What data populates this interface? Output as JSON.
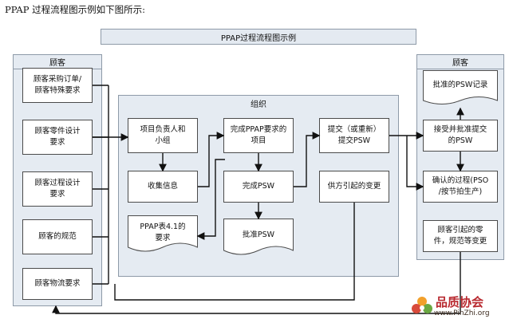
{
  "caption": "PPAP 过程流程图示例如下图所示:",
  "title": "PPAP过程流程图示例",
  "left_panel": {
    "title": "顾客",
    "items": [
      "顾客采购订单/\n顾客特殊要求",
      "顾客零件设计\n要求",
      "顾客过程设计\n要求",
      "顾客的规范",
      "顾客物流要求"
    ]
  },
  "middle_panel": {
    "title": "组织",
    "project_lead": "项目负责人和\n小组",
    "collect_info": "收集信息",
    "ppap_form": "PPAP表4.1的\n要求",
    "complete_req": "完成PPAP要求的\n项目",
    "complete_psw": "完成PSW",
    "approve_psw": "批准PSW",
    "submit_psw": "提交（或重新）\n提交PSW",
    "supplier_change": "供方引起的变更"
  },
  "right_panel": {
    "title": "顾客",
    "psw_record": "批准的PSW记录",
    "accept_psw": "接受并批准提交\n的PSW",
    "confirmed_process": "确认的过程(PSO\n/按节拍生产)",
    "customer_change": "顾客引起的零\n件，规范等变更"
  },
  "logo": {
    "name": "品质协会",
    "url": "www.PinZhi.org"
  }
}
